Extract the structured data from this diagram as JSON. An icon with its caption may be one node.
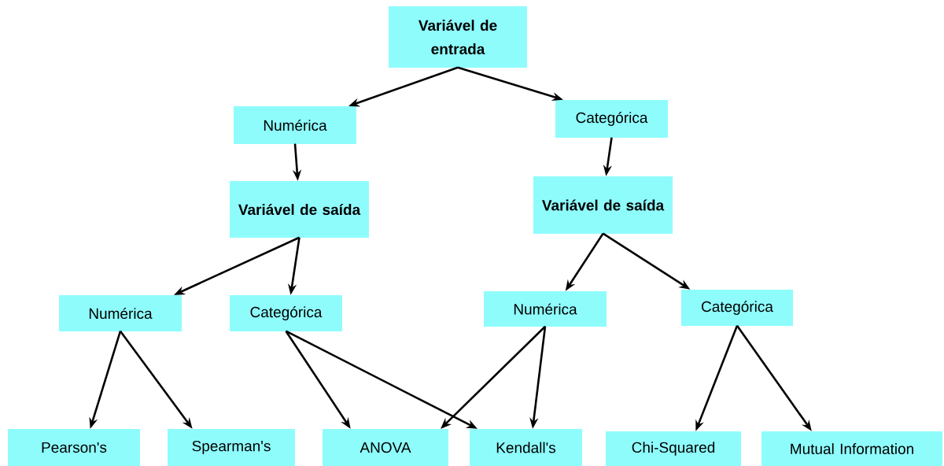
{
  "diagram": {
    "nodes": [
      {
        "text": [
          "Variável de entrada"
        ]
      },
      {
        "text": [
          "Numérica"
        ]
      },
      {
        "text": [
          "Categórica"
        ]
      },
      {
        "text": [
          "Variável de saída"
        ]
      },
      {
        "text": [
          "Variável de saída"
        ]
      },
      {
        "text": [
          "Numérica"
        ]
      },
      {
        "text": [
          "Categórica"
        ]
      },
      {
        "text": [
          "Numérica"
        ]
      },
      {
        "text": [
          "Categórica"
        ]
      },
      {
        "text": [
          "Pearson's"
        ]
      },
      {
        "text": [
          "Spearman's"
        ]
      },
      {
        "text": [
          "ANOVA"
        ]
      },
      {
        "text": [
          "Kendall's"
        ]
      },
      {
        "text": [
          "Chi-Squared"
        ]
      },
      {
        "text": [
          "Mutual Information"
        ]
      }
    ],
    "edges": [
      {
        "from": 0,
        "to": 1,
        "arrow": "to"
      },
      {
        "from": 0,
        "to": 2,
        "arrow": "to"
      },
      {
        "from": 1,
        "to": 3,
        "arrow": "to"
      },
      {
        "from": 2,
        "to": 4,
        "arrow": "to"
      },
      {
        "from": 3,
        "to": 5,
        "arrow": "to"
      },
      {
        "from": 3,
        "to": 6,
        "arrow": "to"
      },
      {
        "from": 4,
        "to": 7,
        "arrow": "to"
      },
      {
        "from": 4,
        "to": 8,
        "arrow": "to"
      },
      {
        "from": 5,
        "to": 9,
        "arrow": "to"
      },
      {
        "from": 5,
        "to": 10,
        "arrow": "to"
      },
      {
        "from": 6,
        "to": 11,
        "arrow": "to"
      },
      {
        "from": 6,
        "to": 12,
        "arrow": "to"
      },
      {
        "from": 7,
        "to": 11,
        "arrow": "to"
      },
      {
        "from": 7,
        "to": 12,
        "arrow": "to"
      },
      {
        "from": 8,
        "to": 13,
        "arrow": "to"
      },
      {
        "from": 8,
        "to": 14,
        "arrow": "to"
      }
    ]
  }
}
